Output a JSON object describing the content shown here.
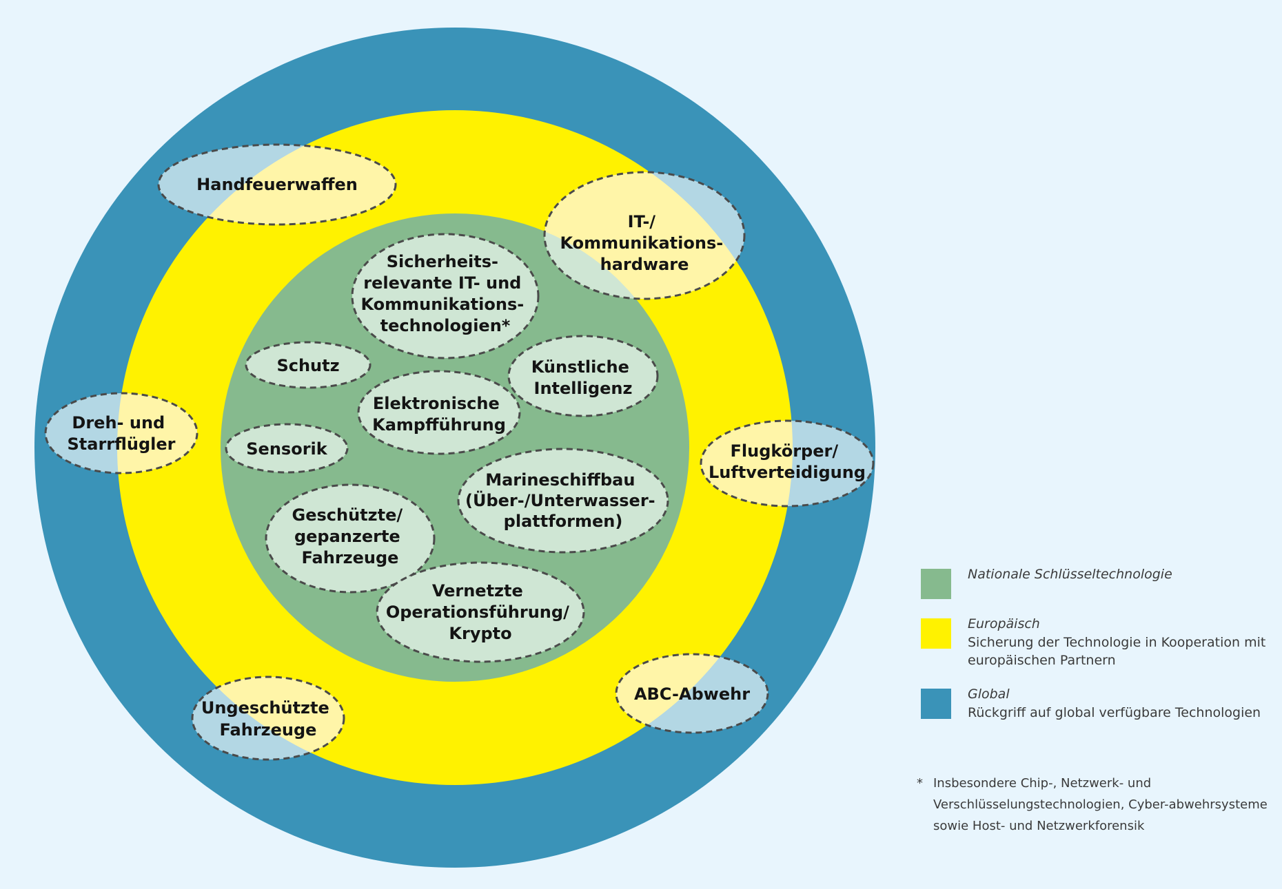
{
  "colors": {
    "background": "#e8f5fd",
    "global": "#3a93b8",
    "european": "#fff200",
    "national": "#86ba8e",
    "bubble_on_yellow": "#fff5a8",
    "bubble_on_blue": "#b3d7e4",
    "bubble_on_green": "#cfe6d4",
    "dash": "#4a4a4a"
  },
  "rings": [
    {
      "id": "global",
      "color": "#3a93b8"
    },
    {
      "id": "european",
      "color": "#fff200"
    },
    {
      "id": "national",
      "color": "#86ba8e"
    }
  ],
  "bubbles": [
    {
      "id": "handfeuerwaffen",
      "lines": [
        "Handfeuerwaffen"
      ]
    },
    {
      "id": "it-kommunikationshardware",
      "lines": [
        "IT-/",
        "Kommunikations-",
        "hardware"
      ]
    },
    {
      "id": "dreh-starrfluegler",
      "lines": [
        "Dreh- und",
        "Starrflügler"
      ]
    },
    {
      "id": "flugkoerper",
      "lines": [
        "Flugkörper/",
        "Luftverteidigung"
      ]
    },
    {
      "id": "ungeschuetzte-fahrzeuge",
      "lines": [
        "Ungeschützte",
        "Fahrzeuge"
      ]
    },
    {
      "id": "abc-abwehr",
      "lines": [
        "ABC-Abwehr"
      ]
    },
    {
      "id": "sicherheitsrelevante-it",
      "lines": [
        "Sicherheits-",
        "relevante IT- und",
        "Kommunikations-",
        "technologien*"
      ]
    },
    {
      "id": "schutz",
      "lines": [
        "Schutz"
      ]
    },
    {
      "id": "kuenstliche-intelligenz",
      "lines": [
        "Künstliche",
        "Intelligenz"
      ]
    },
    {
      "id": "elektronische-kampffuehrung",
      "lines": [
        "Elektronische",
        "Kampfführung"
      ]
    },
    {
      "id": "sensorik",
      "lines": [
        "Sensorik"
      ]
    },
    {
      "id": "marineschiffbau",
      "lines": [
        "Marineschiffbau",
        "(Über-/Unterwasser-",
        "plattformen)"
      ]
    },
    {
      "id": "geschuetzte-fahrzeuge",
      "lines": [
        "Geschützte/",
        "gepanzerte",
        "Fahrzeuge"
      ]
    },
    {
      "id": "vernetzte-operationsfuehrung",
      "lines": [
        "Vernetzte",
        "Operationsführung/",
        "Krypto"
      ]
    }
  ],
  "legend": [
    {
      "id": "national",
      "color": "#86ba8e",
      "title": "Nationale Schlüsseltechnologie",
      "description": ""
    },
    {
      "id": "european",
      "color": "#fff200",
      "title": "Europäisch",
      "description": "Sicherung der Technologie in Kooperation mit europäischen Partnern"
    },
    {
      "id": "global",
      "color": "#3a93b8",
      "title": "Global",
      "description": "Rückgriff auf global verfügbare Technologien"
    }
  ],
  "footnote": {
    "marker": "*",
    "text": "Insbesondere Chip-, Netzwerk- und Verschlüsselungstechnologien, Cyber-abwehrsysteme sowie Host- und Netzwerkforensik"
  }
}
